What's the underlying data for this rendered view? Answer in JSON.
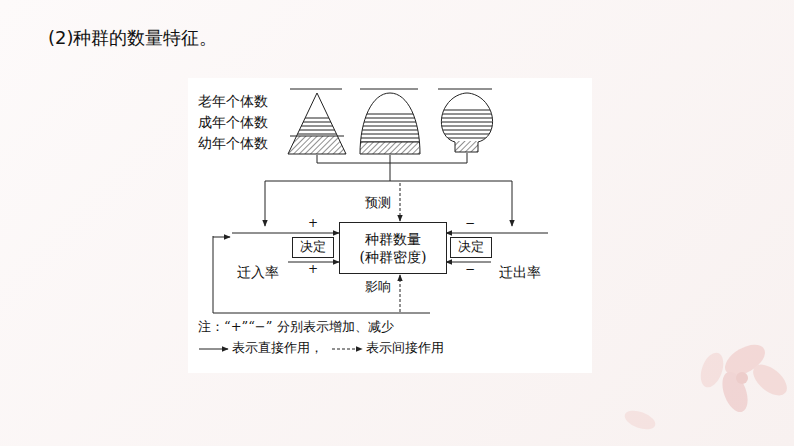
{
  "diagram": {
    "title": "(2)种群的数量特征。",
    "nodes": [
      {
        "text": [
          "决定"
        ]
      },
      {
        "text": [
          "种群数量 (种群密度)"
        ]
      },
      {
        "text": [
          "决定"
        ]
      }
    ],
    "labels": [
      "老年个体数",
      "成年个体数",
      "幼年个体数",
      "预测",
      "迁入率",
      "迁出率",
      "影响",
      "+",
      "+",
      "−",
      "−",
      "注：“+”“−” 分别表示增加、减少",
      "表示直接作用，",
      "表示间接作用"
    ]
  }
}
